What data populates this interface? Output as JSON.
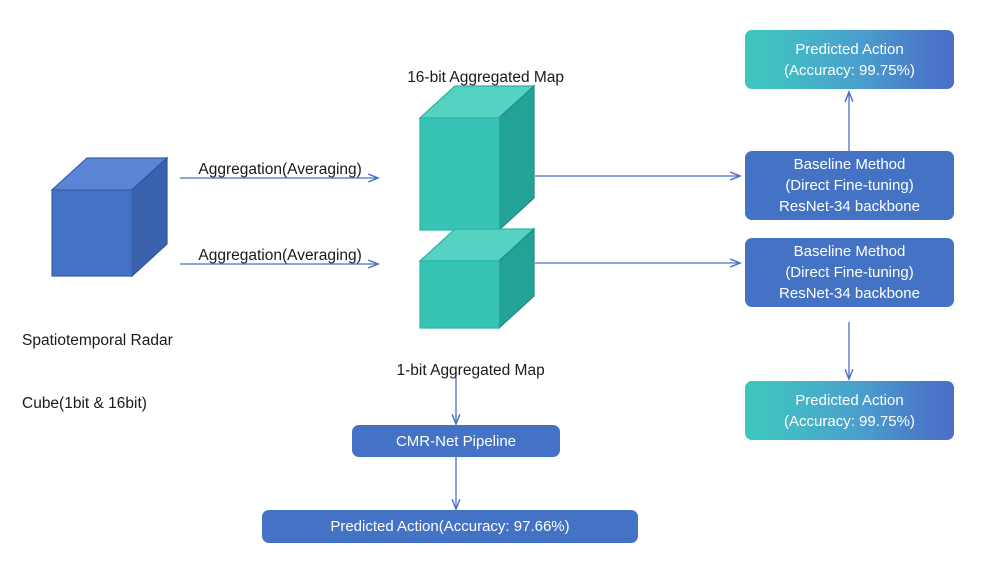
{
  "diagram": {
    "title": "Radar action recognition pipeline comparison",
    "background": "#ffffff",
    "colors": {
      "blue_box": "#4472c4",
      "gradient_start": "#3ec6bd",
      "gradient_end": "#4c6ec7",
      "arrow": "#4a72c4",
      "cube_blue_front": "#4472c4",
      "cube_blue_top": "#5b85d6",
      "cube_blue_side": "#3a62ae",
      "cube_teal_front": "#38c4b4",
      "cube_teal_top": "#55d2c2",
      "cube_teal_side": "#23a396",
      "text_dark": "#1a1a1a",
      "text_light": "#ffffff"
    },
    "labels": {
      "source_cube_line1": "Spatiotemporal Radar",
      "source_cube_line2": "Cube(1bit & 16bit)",
      "map_16bit": "16-bit Aggregated Map",
      "map_1bit": "1-bit Aggregated Map",
      "aggregation_top": "Aggregation(Averaging)",
      "aggregation_bottom": "Aggregation(Averaging)"
    },
    "nodes": {
      "predicted_action_top": {
        "line1": "Predicted Action",
        "line2": "(Accuracy: 99.75%)"
      },
      "baseline_top": {
        "line1": "Baseline Method",
        "line2": "(Direct Fine-tuning)",
        "line3": "ResNet-34 backbone"
      },
      "baseline_bottom": {
        "line1": "Baseline Method",
        "line2": "(Direct Fine-tuning)",
        "line3": "ResNet-34 backbone"
      },
      "predicted_action_bottom": {
        "line1": "Predicted Action",
        "line2": "(Accuracy: 99.75%)"
      },
      "cmr_net_pipeline": {
        "line1": "CMR-Net Pipeline"
      },
      "predicted_action_cmr": {
        "line1": "Predicted Action(Accuracy: 97.66%)"
      }
    }
  }
}
